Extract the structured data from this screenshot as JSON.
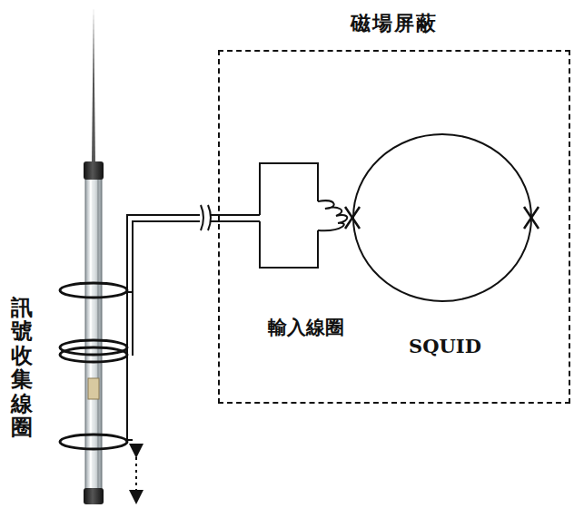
{
  "diagram": {
    "nodes": [
      {
        "text": [
          "磁場屏蔽"
        ]
      },
      {
        "text": [
          "輸入線圈"
        ],
        "in": 0
      },
      {
        "text": [
          "SQUID"
        ],
        "in": 0
      }
    ],
    "labels": [
      "訊號收集線圈"
    ]
  }
}
